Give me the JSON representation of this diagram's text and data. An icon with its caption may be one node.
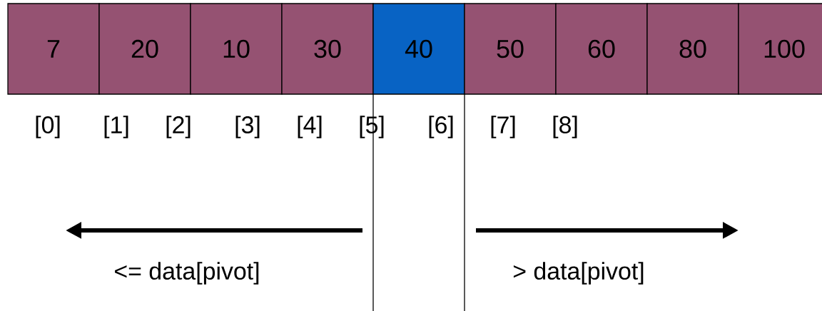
{
  "diagram": {
    "nodes": [
      {
        "text": [
          "7"
        ]
      },
      {
        "text": [
          "20"
        ]
      },
      {
        "text": [
          "10"
        ]
      },
      {
        "text": [
          "30"
        ]
      },
      {
        "text": [
          "40"
        ]
      },
      {
        "text": [
          "50"
        ]
      },
      {
        "text": [
          "60"
        ]
      },
      {
        "text": [
          "80"
        ]
      },
      {
        "text": [
          "100"
        ]
      }
    ],
    "edges": [],
    "labels": [
      "[0]",
      "[1]",
      "[2]",
      "[3]",
      "[4]",
      "[5]",
      "[6]",
      "[7]",
      "[8]",
      "<= data[pivot]",
      "> data[pivot]"
    ]
  }
}
